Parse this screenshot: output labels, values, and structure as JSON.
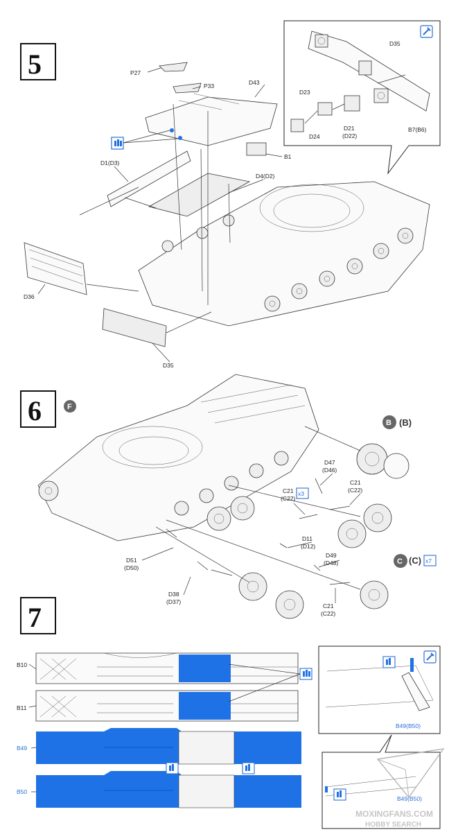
{
  "steps": {
    "s5": "5",
    "s6": "6",
    "s7": "7"
  },
  "badges": {
    "f": "F",
    "b": "B",
    "c": "C"
  },
  "colors": {
    "paint_blue": "#1e72e6",
    "badge_grey": "#666666"
  },
  "icons": {
    "detail": "paint-dropper-icon",
    "paint": "paint-icon"
  },
  "step5": {
    "p27": "P27",
    "p33": "P33",
    "d43": "D43",
    "b1": "B1",
    "d1": "D1(D3)",
    "d4": "D4(D2)",
    "d36": "D36",
    "d35": "D35",
    "inset": {
      "d35": "D35",
      "d23": "D23",
      "d24": "D24",
      "d21": "D21",
      "d22": "(D22)",
      "b7": "B7(B6)"
    }
  },
  "step6": {
    "bb": "(B)",
    "cc": "(C)",
    "x3": "x3",
    "x7": "x7",
    "d47": "D47",
    "d46": "(D46)",
    "c21a": "C21",
    "c22a": "(C22)",
    "c21b": "C21",
    "c22b": "(C22)",
    "c21c": "C21",
    "c22c": "(C22)",
    "d11": "D11",
    "d12": "(D12)",
    "d49": "D49",
    "d48": "(D48)",
    "d51": "D51",
    "d50": "(D50)",
    "d38": "D38",
    "d37": "(D37)"
  },
  "step7": {
    "b10": "B10",
    "b11": "B11",
    "b49": "B49",
    "b50": "B50",
    "inset_a": "B49(B50)",
    "inset_b": "B49(B50)"
  },
  "watermark": {
    "line1": "MOXINGFANS.COM",
    "line2": "HOBBY SEARCH"
  }
}
